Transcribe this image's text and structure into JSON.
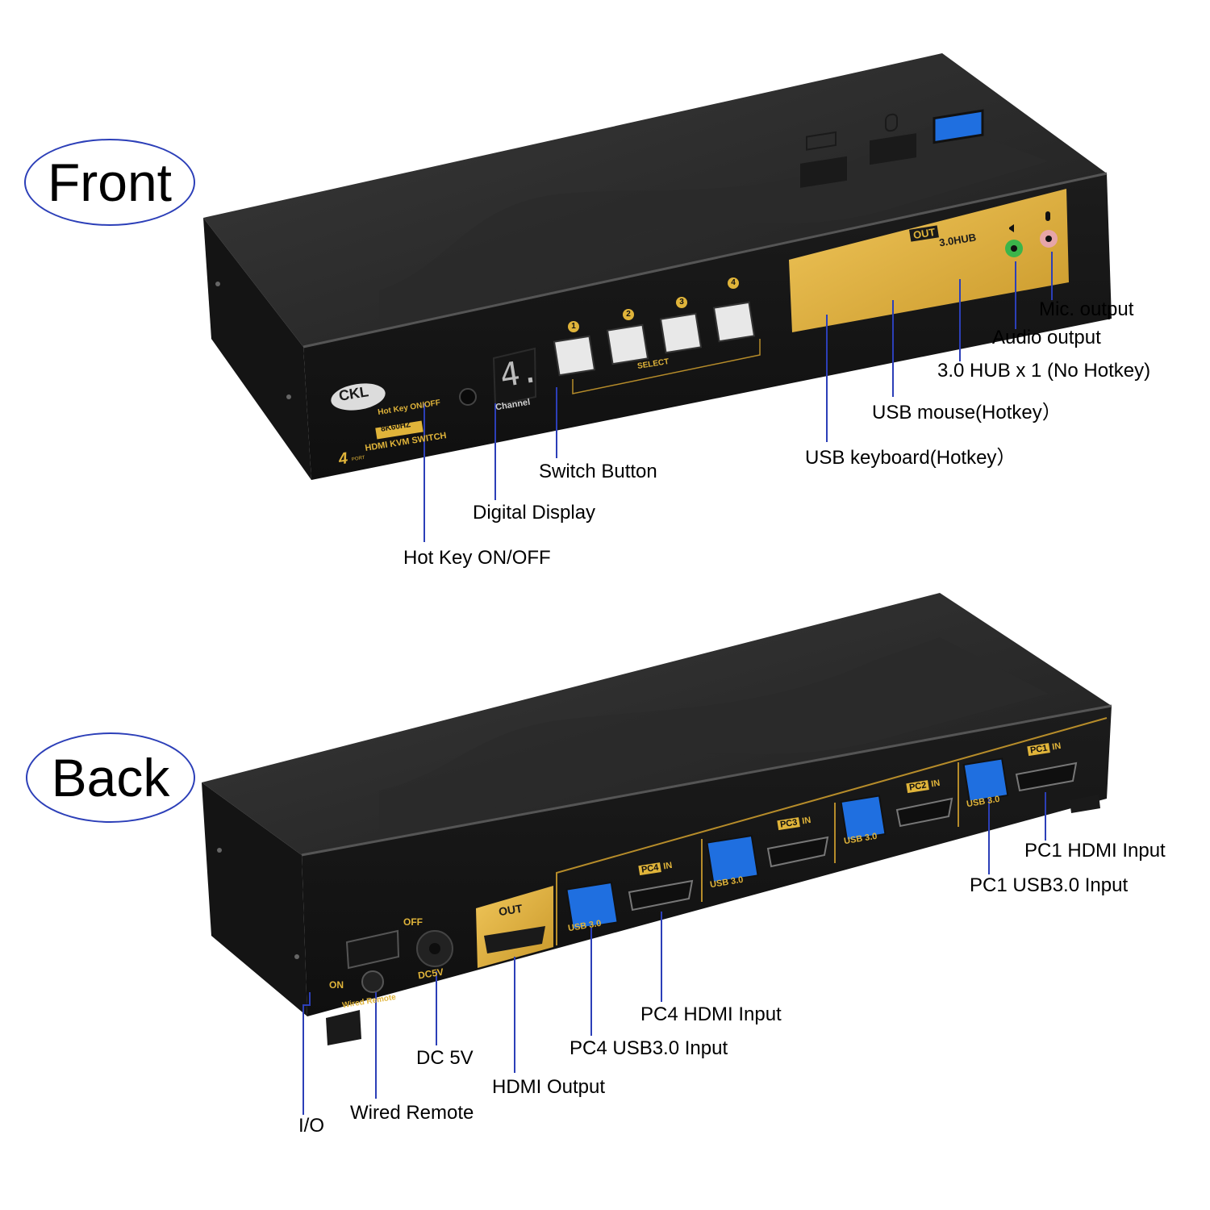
{
  "sections": {
    "front": "Front",
    "back": "Back"
  },
  "front_device": {
    "brand": "CKL",
    "hotkey_button_label": "Hot Key ON/OFF",
    "resolution_badge": "8K60HZ",
    "model_port_count": "4",
    "model_port_word": "PORT",
    "model_name": "HDMI KVM SWITCH",
    "display_digit": "4.",
    "display_label": "Channel",
    "buttons": [
      "1",
      "2",
      "3",
      "4"
    ],
    "select_label": "SELECT",
    "out_badge": "OUT",
    "hub_label": "3.0HUB"
  },
  "back_device": {
    "on_label": "ON",
    "off_label": "OFF",
    "wired_remote_label": "Wired Remote",
    "dc_label": "DC5V",
    "out_badge": "OUT",
    "pc_ports": [
      {
        "pc": "PC4",
        "in": "IN",
        "usb": "USB 3.0"
      },
      {
        "pc": "PC3",
        "in": "IN",
        "usb": "USB 3.0"
      },
      {
        "pc": "PC2",
        "in": "IN",
        "usb": "USB 3.0"
      },
      {
        "pc": "PC1",
        "in": "IN",
        "usb": "USB 3.0"
      }
    ]
  },
  "front_callouts": {
    "mic": "Mic. output",
    "audio": "Audio output",
    "hub": "3.0 HUB x 1 (No Hotkey)",
    "mouse": "USB mouse(Hotkey）",
    "keyboard": "USB keyboard(Hotkey）",
    "switch": "Switch Button",
    "display": "Digital Display",
    "hotkey": "Hot Key ON/OFF"
  },
  "back_callouts": {
    "pc1_hdmi": "PC1 HDMI Input",
    "pc1_usb": "PC1 USB3.0 Input",
    "pc4_hdmi": "PC4 HDMI Input",
    "pc4_usb": "PC4 USB3.0 Input",
    "dc": "DC 5V",
    "hdmi_out": "HDMI Output",
    "wired_remote": "Wired Remote",
    "io": "I/O"
  },
  "colors": {
    "gold": "#e0b43a",
    "callout_line": "#2c3fb8",
    "usb_blue": "#1f6fe0",
    "audio_green": "#3bb54a",
    "mic_pink": "#e6a5a8"
  }
}
